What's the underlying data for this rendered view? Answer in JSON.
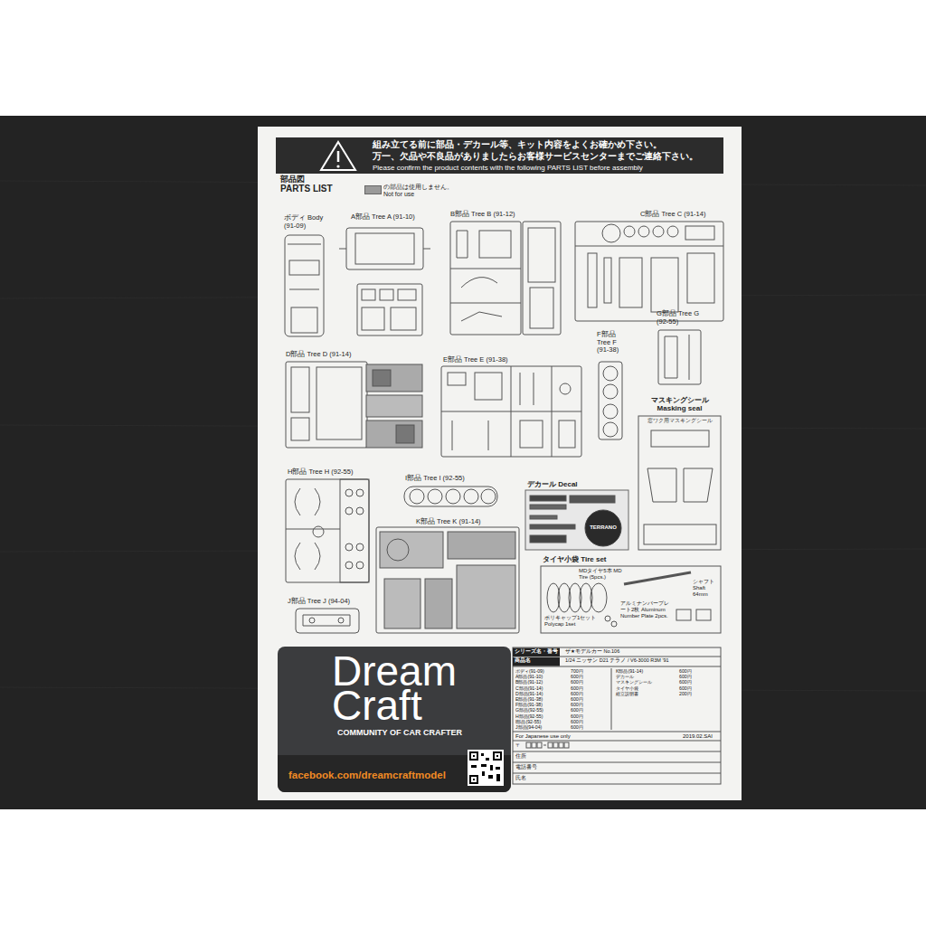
{
  "diagram": {
    "nodes": [
      {
        "text": [
          "組み立てる前に部品・デカール等、キット内容をよくお確かめ下さい。",
          "万一、欠品や不良品がありましたらお客様サービスセンターまでご連絡下さい。",
          "Please confirm the product contents with the following PARTS LIST before assembly"
        ]
      },
      {
        "text": [
          "マスキングシール Masking seal",
          "窓ワク用マスキングシール"
        ]
      },
      {
        "text": [
          "デカール Decal",
          "TERRANO"
        ]
      },
      {
        "text": [
          "タイヤ小袋 Tire set",
          "MDタイヤ5本 MD Tire (5pcs.)",
          "シャフト Shaft 64mm",
          "ポリキャップ1セット Polycap 1set",
          "アルミナンバープレート2枚 Aluminum Number Plate 2pcs."
        ]
      },
      {
        "text": [
          "シリーズ名・番号",
          "ザ★モデルカー No.106",
          "商品名",
          "1/24 ニッサン D21 テラノ / V6-3000 R3M '91",
          "ボディ(91-09)",
          "700円",
          "A部品(91-10)",
          "600円",
          "B部品(91-12)",
          "600円",
          "C部品(91-14)",
          "600円",
          "D部品(91-14)",
          "600円",
          "E部品(91-38)",
          "600円",
          "F部品(91-38)",
          "600円",
          "G部品(92-55)",
          "600円",
          "H部品(92-55)",
          "600円",
          "I部品(92-55)",
          "600円",
          "J部品(94-04)",
          "600円",
          "K部品(91-14)",
          "600円",
          "デカール",
          "600円",
          "マスキングシール",
          "600円",
          "タイヤ小袋",
          "600円",
          "組立説明書",
          "200円",
          "For Japanese use only",
          "2019.02.SAI",
          "〒",
          "住所",
          "電話番号",
          "氏名"
        ]
      },
      {
        "text": [
          "Dream Craft",
          "COMMUNITY OF CAR CRAFTER",
          "facebook.com/dreamcraftmodel"
        ]
      }
    ],
    "labels": [
      "部品図",
      "PARTS LIST",
      "ボディ Body (91-09)",
      "A部品 Tree A (91-10)",
      "B部品 Tree B (91-12)",
      "C部品 Tree C (91-14)",
      "D部品 Tree D (91-14)",
      "E部品 Tree E (91-38)",
      "F部品 Tree F (91-38)",
      "G部品 Tree G (92-55)",
      "H部品 Tree H (92-55)",
      "I部品 Tree I (92-55)",
      "K部品 Tree K (91-14)",
      "J部品 Tree J (94-04)"
    ],
    "legend": [
      {
        "text": "の部品は使用しません。 Not for use",
        "color": "#9a9a9a"
      }
    ]
  }
}
